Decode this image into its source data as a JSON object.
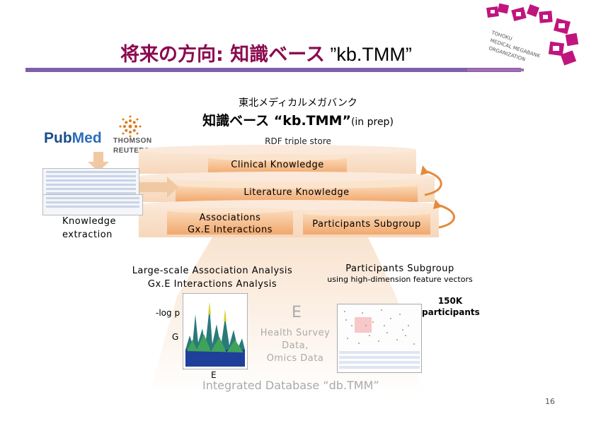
{
  "slide": {
    "title_jp": "将来の方向: 知識ベース",
    "title_en": " ”kb.TMM”",
    "page_number": "16"
  },
  "logo": {
    "lines": [
      "TOHOKU",
      "MEDICAL MEGABANK",
      "ORGANIZATION"
    ]
  },
  "kb": {
    "subtitle": "東北メディカルメガバンク",
    "title": "知識ベース “kb.TMM”",
    "title_note": "(in prep)",
    "store": "RDF triple store"
  },
  "sources": {
    "pubmed_1": "Pub",
    "pubmed_2": "Med",
    "thomson_1": "THOMSON",
    "thomson_2": "REUTERS"
  },
  "layers": {
    "clinical": "Clinical Knowledge",
    "literature": "Literature Knowledge",
    "associations_1": "Associations",
    "associations_2": "Gx.E Interactions",
    "participants": "Participants Subgroup"
  },
  "left_label": {
    "line1": "Knowledge",
    "line2": "extraction"
  },
  "analysis": {
    "left_1": "Large-scale Association Analysis",
    "left_2": "Gx.E Interactions  Analysis",
    "right_1": "Participants Subgroup",
    "right_2": "using high-dimension feature vectors",
    "neglog": "-log p",
    "g_label": "G",
    "e_label": "E",
    "big_e": "E",
    "health_1": "Health Survey",
    "health_2": "Data,",
    "health_3": "Omics Data",
    "count": "150K",
    "count_label": "participants"
  },
  "db": {
    "name": "Integrated Database “db.TMM”"
  },
  "colors": {
    "title": "#8b0a4f",
    "rule": "#7f5faa",
    "band_outer": "#f6d6b5",
    "band_inner": "#f2b27d",
    "arrow": "#e48a3c",
    "logo": "#c0157e"
  }
}
